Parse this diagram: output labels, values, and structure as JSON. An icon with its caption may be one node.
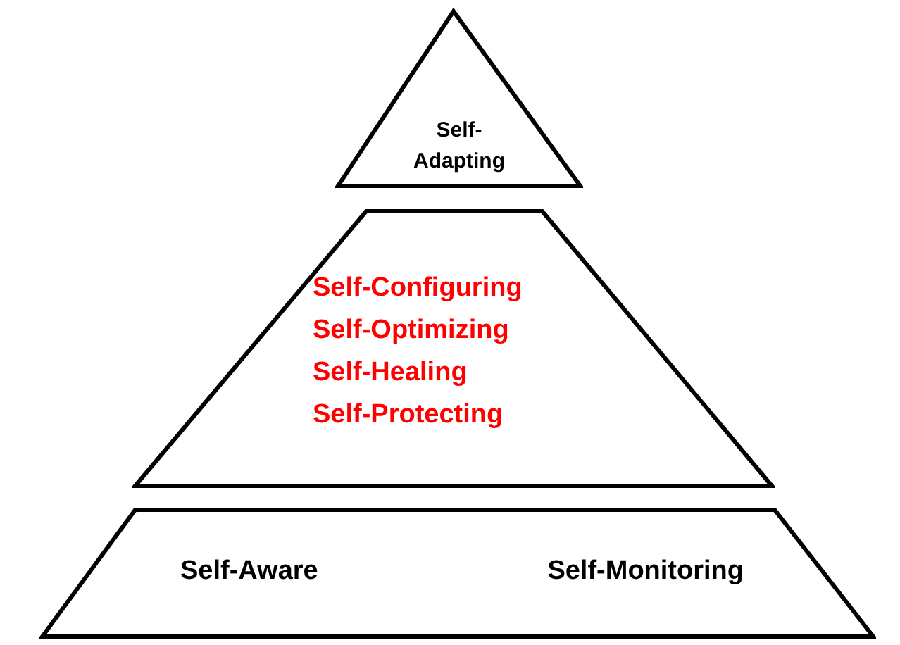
{
  "diagram": {
    "nodes": [
      {
        "text": [
          "Self-Adapting"
        ]
      },
      {
        "text": [
          "Self-Configuring",
          "Self-Optimizing",
          "Self-Healing",
          "Self-Protecting"
        ]
      },
      {
        "text": [
          "Self-Aware",
          "Self-Monitoring"
        ]
      }
    ]
  }
}
